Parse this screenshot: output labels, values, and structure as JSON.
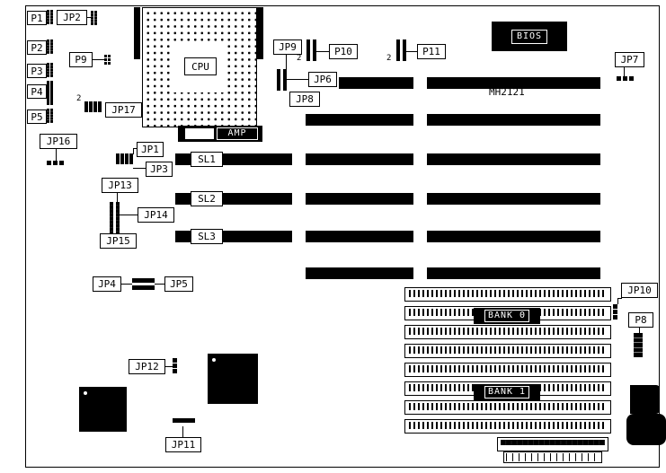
{
  "board": {
    "model_label": "MH2121"
  },
  "chips": {
    "cpu": "CPU",
    "amp": "AMP",
    "bios": "BIOS"
  },
  "slots": {
    "sl1": "SL1",
    "sl2": "SL2",
    "sl3": "SL3"
  },
  "banks": {
    "bank0": "BANK 0",
    "bank1": "BANK 1"
  },
  "connectors": {
    "p1": "P1",
    "p2": "P2",
    "p3": "P3",
    "p4": "P4",
    "p5": "P5",
    "p8": "P8",
    "p9": "P9",
    "p10": "P10",
    "p11": "P11"
  },
  "jumpers": {
    "jp1": "JP1",
    "jp2": "JP2",
    "jp3": "JP3",
    "jp4": "JP4",
    "jp5": "JP5",
    "jp6": "JP6",
    "jp7": "JP7",
    "jp8": "JP8",
    "jp9": "JP9",
    "jp10": "JP10",
    "jp11": "JP11",
    "jp12": "JP12",
    "jp13": "JP13",
    "jp14": "JP14",
    "jp15": "JP15",
    "jp16": "JP16",
    "jp17": "JP17"
  },
  "pin_markers": {
    "jp17": "2",
    "p10": "2",
    "p11": "2"
  },
  "colors": {
    "ink": "#000000",
    "paper": "#ffffff"
  }
}
